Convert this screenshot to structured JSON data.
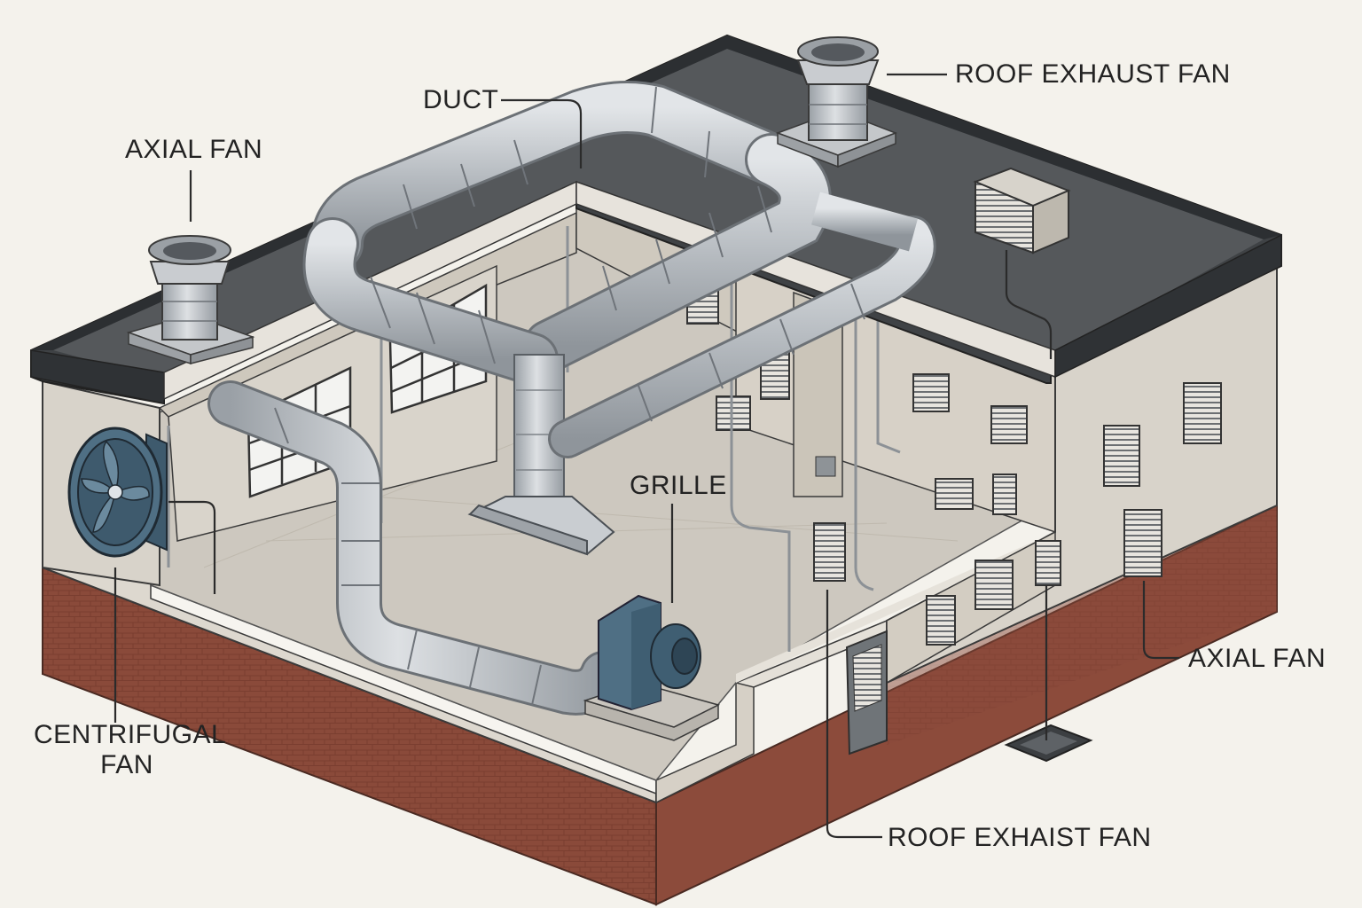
{
  "labels": {
    "duct": "DUCT",
    "roof_exhaust_fan_top": "ROOF EXHAUST FAN",
    "axial_fan_left": "AXIAL FAN",
    "grille": "GRILLE",
    "centrifugal_fan_line1": "CENTRIFUGAL",
    "centrifugal_fan_line2": "FAN",
    "axial_fan_right": "AXIAL FAN",
    "roof_exhaist_fan_bottom": "ROOF EXHAIST FAN"
  },
  "colors": {
    "background": "#f4f2ec",
    "roof": "#55585b",
    "roof_edge": "#3c3f42",
    "wall": "#d8d3ca",
    "wall_dark": "#c7c1b6",
    "floor": "#cdc8bf",
    "brick": "#8a4a3a",
    "duct": "#b9bec3",
    "fan_blue": "#4f6f84",
    "leader": "#2b2b2b"
  }
}
